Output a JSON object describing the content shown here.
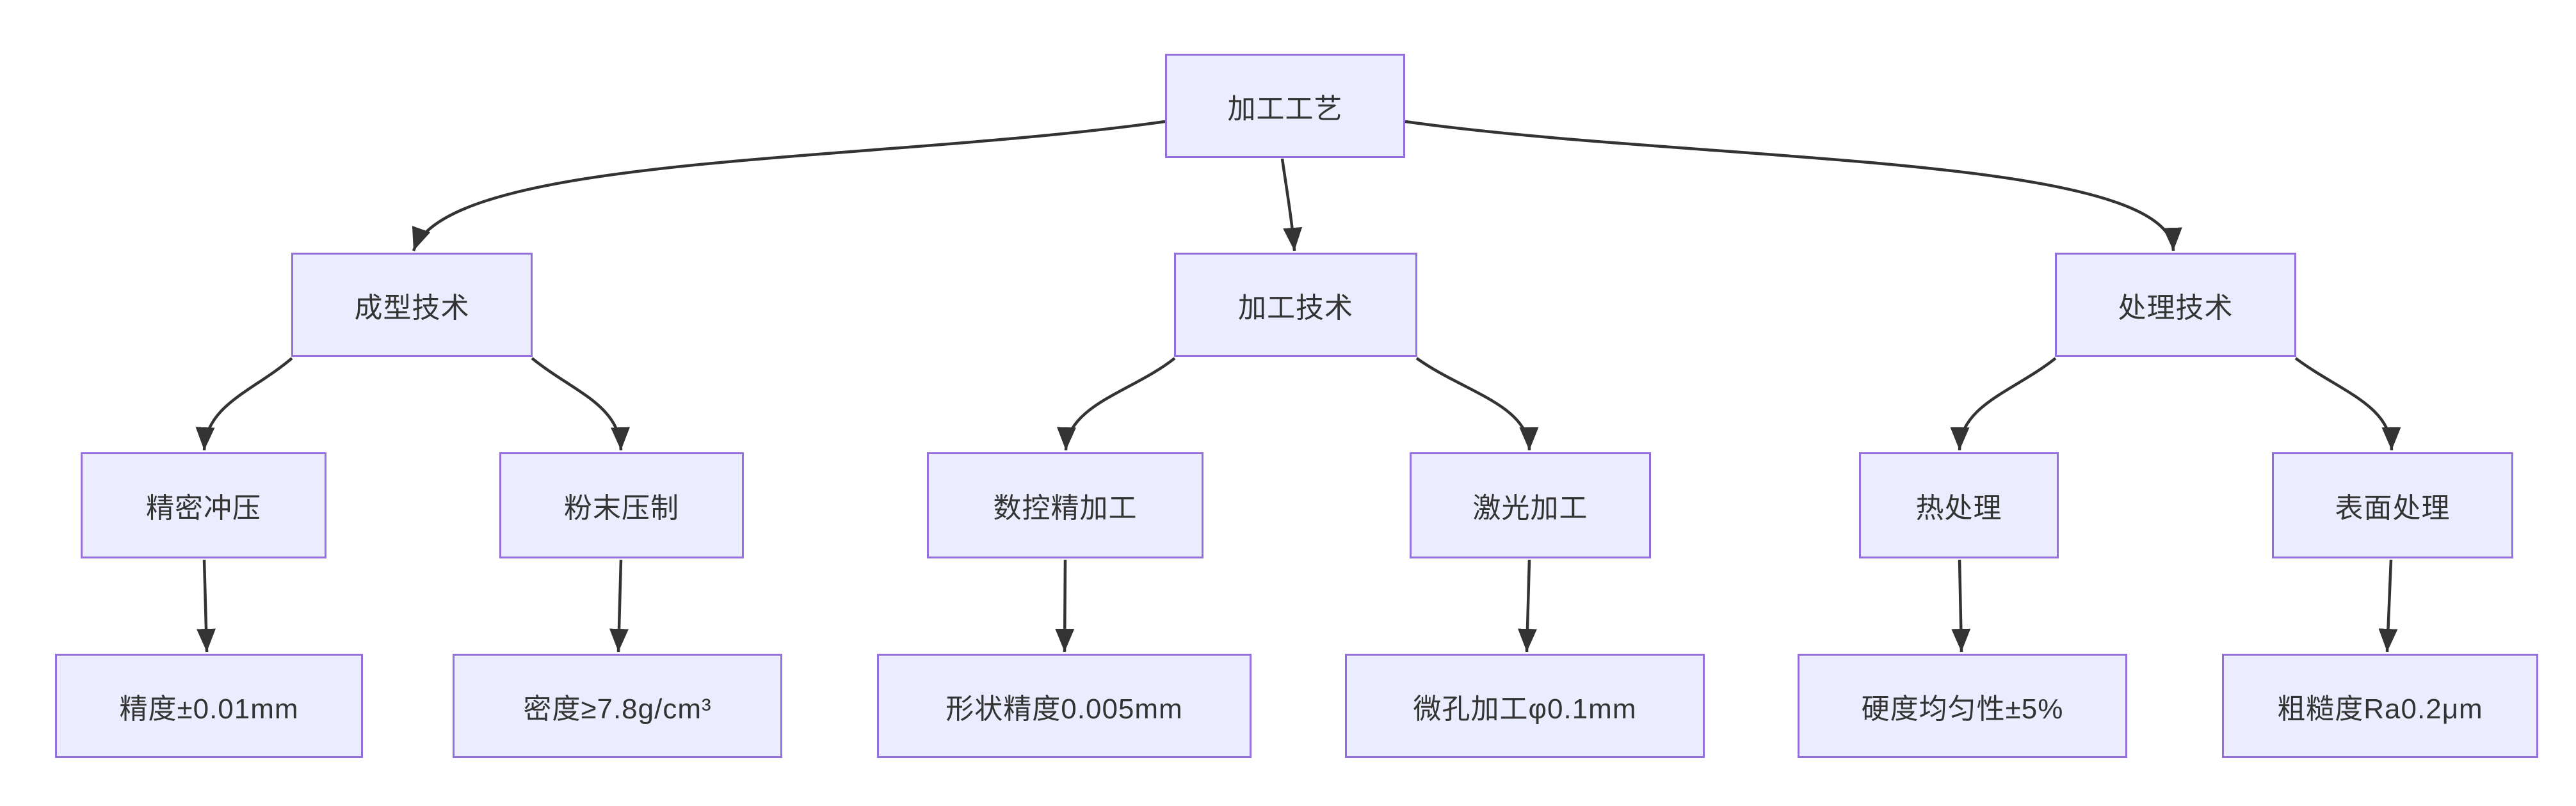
{
  "diagram": {
    "type": "flowchart",
    "direction": "top-down",
    "nodes": {
      "root": {
        "label": "加工工艺"
      },
      "forming": {
        "label": "成型技术"
      },
      "machining": {
        "label": "加工技术"
      },
      "treatment": {
        "label": "处理技术"
      },
      "stamping": {
        "label": "精密冲压"
      },
      "powder": {
        "label": "粉末压制"
      },
      "cnc": {
        "label": "数控精加工"
      },
      "laser": {
        "label": "激光加工"
      },
      "heat": {
        "label": "热处理"
      },
      "surface": {
        "label": "表面处理"
      },
      "stamping_spec": {
        "label": "精度±0.01mm"
      },
      "powder_spec": {
        "label": "密度≥7.8g/cm³"
      },
      "cnc_spec": {
        "label": "形状精度0.005mm"
      },
      "laser_spec": {
        "label": "微孔加工φ0.1mm"
      },
      "heat_spec": {
        "label": "硬度均匀性±5%"
      },
      "surface_spec": {
        "label": "粗糙度Ra0.2μm"
      }
    },
    "edges": [
      {
        "from": "root",
        "to": "forming"
      },
      {
        "from": "root",
        "to": "machining"
      },
      {
        "from": "root",
        "to": "treatment"
      },
      {
        "from": "forming",
        "to": "stamping"
      },
      {
        "from": "forming",
        "to": "powder"
      },
      {
        "from": "machining",
        "to": "cnc"
      },
      {
        "from": "machining",
        "to": "laser"
      },
      {
        "from": "treatment",
        "to": "heat"
      },
      {
        "from": "treatment",
        "to": "surface"
      },
      {
        "from": "stamping",
        "to": "stamping_spec"
      },
      {
        "from": "powder",
        "to": "powder_spec"
      },
      {
        "from": "cnc",
        "to": "cnc_spec"
      },
      {
        "from": "laser",
        "to": "laser_spec"
      },
      {
        "from": "heat",
        "to": "heat_spec"
      },
      {
        "from": "surface",
        "to": "surface_spec"
      }
    ],
    "colors": {
      "node_fill": "#ECECFF",
      "node_border": "#9370DB",
      "edge_stroke": "#333333",
      "text": "#333333",
      "background": "#ffffff"
    }
  }
}
